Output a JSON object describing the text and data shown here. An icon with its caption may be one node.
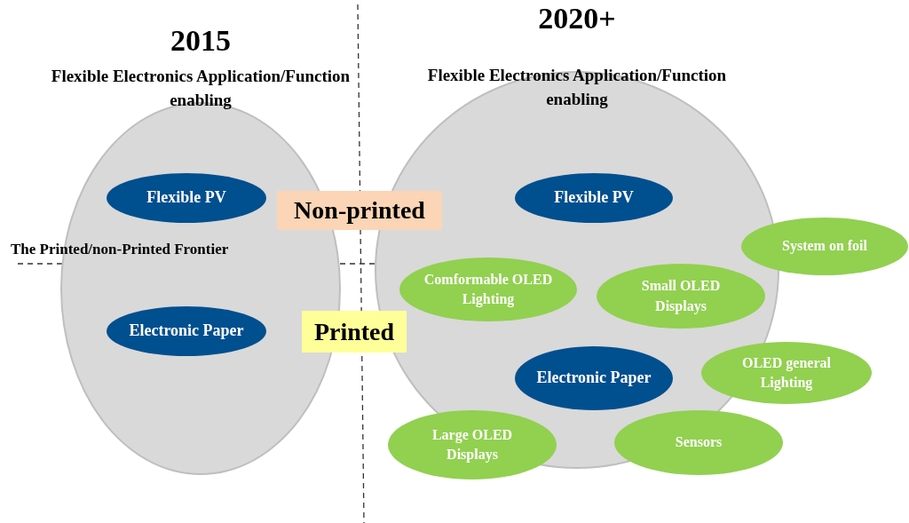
{
  "diagram": {
    "nodes": [
      {
        "text": [
          "2015",
          "Flexible Electronics Application/Function enabling"
        ]
      },
      {
        "text": [
          "Flexible PV"
        ],
        "in": 0
      },
      {
        "text": [
          "Electronic Paper"
        ],
        "in": 0
      },
      {
        "text": [
          "Non-printed"
        ]
      },
      {
        "text": [
          "Printed"
        ]
      },
      {
        "text": [
          "2020+",
          "Flexible Electronics Application/Function enabling"
        ]
      },
      {
        "text": [
          "Flexible PV"
        ],
        "in": 5
      },
      {
        "text": [
          "System on foil"
        ]
      },
      {
        "text": [
          "Comformable OLED Lighting"
        ],
        "in": 5
      },
      {
        "text": [
          "Small OLED Displays"
        ],
        "in": 5
      },
      {
        "text": [
          "Electronic Paper"
        ],
        "in": 5
      },
      {
        "text": [
          "OLED general Lighting"
        ]
      },
      {
        "text": [
          "Large OLED Displays"
        ]
      },
      {
        "text": [
          "Sensors"
        ]
      }
    ],
    "edges": [],
    "labels": [
      "The Printed/non-Printed Frontier"
    ]
  }
}
